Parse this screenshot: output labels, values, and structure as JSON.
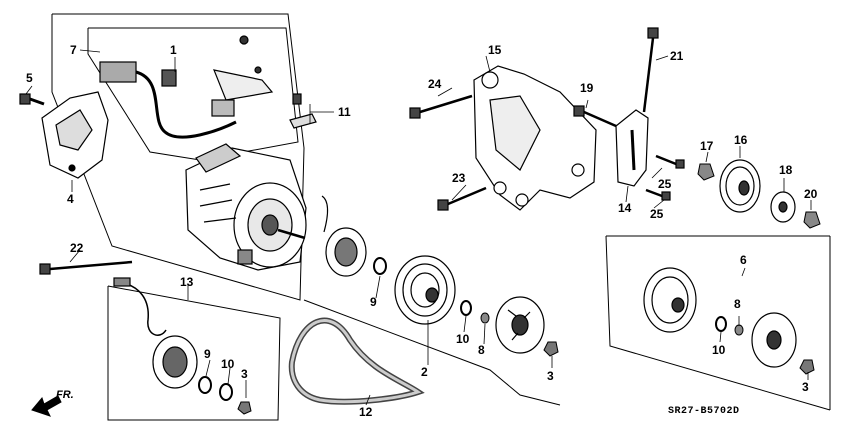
{
  "diagram": {
    "diagram_code": "SR27-B5702D",
    "direction_label": "FR.",
    "callouts": [
      {
        "id": "c1",
        "text": "1"
      },
      {
        "id": "c2",
        "text": "2"
      },
      {
        "id": "c3a",
        "text": "3"
      },
      {
        "id": "c3b",
        "text": "3"
      },
      {
        "id": "c3c",
        "text": "3"
      },
      {
        "id": "c4",
        "text": "4"
      },
      {
        "id": "c5",
        "text": "5"
      },
      {
        "id": "c6",
        "text": "6"
      },
      {
        "id": "c7",
        "text": "7"
      },
      {
        "id": "c8a",
        "text": "8"
      },
      {
        "id": "c8b",
        "text": "8"
      },
      {
        "id": "c9a",
        "text": "9"
      },
      {
        "id": "c9b",
        "text": "9"
      },
      {
        "id": "c10a",
        "text": "10"
      },
      {
        "id": "c10b",
        "text": "10"
      },
      {
        "id": "c10c",
        "text": "10"
      },
      {
        "id": "c11",
        "text": "11"
      },
      {
        "id": "c12",
        "text": "12"
      },
      {
        "id": "c13",
        "text": "13"
      },
      {
        "id": "c14",
        "text": "14"
      },
      {
        "id": "c15",
        "text": "15"
      },
      {
        "id": "c16",
        "text": "16"
      },
      {
        "id": "c17",
        "text": "17"
      },
      {
        "id": "c18",
        "text": "18"
      },
      {
        "id": "c19",
        "text": "19"
      },
      {
        "id": "c20",
        "text": "20"
      },
      {
        "id": "c21",
        "text": "21"
      },
      {
        "id": "c22",
        "text": "22"
      },
      {
        "id": "c23",
        "text": "23"
      },
      {
        "id": "c24",
        "text": "24"
      },
      {
        "id": "c25a",
        "text": "25"
      },
      {
        "id": "c25b",
        "text": "25"
      }
    ]
  }
}
